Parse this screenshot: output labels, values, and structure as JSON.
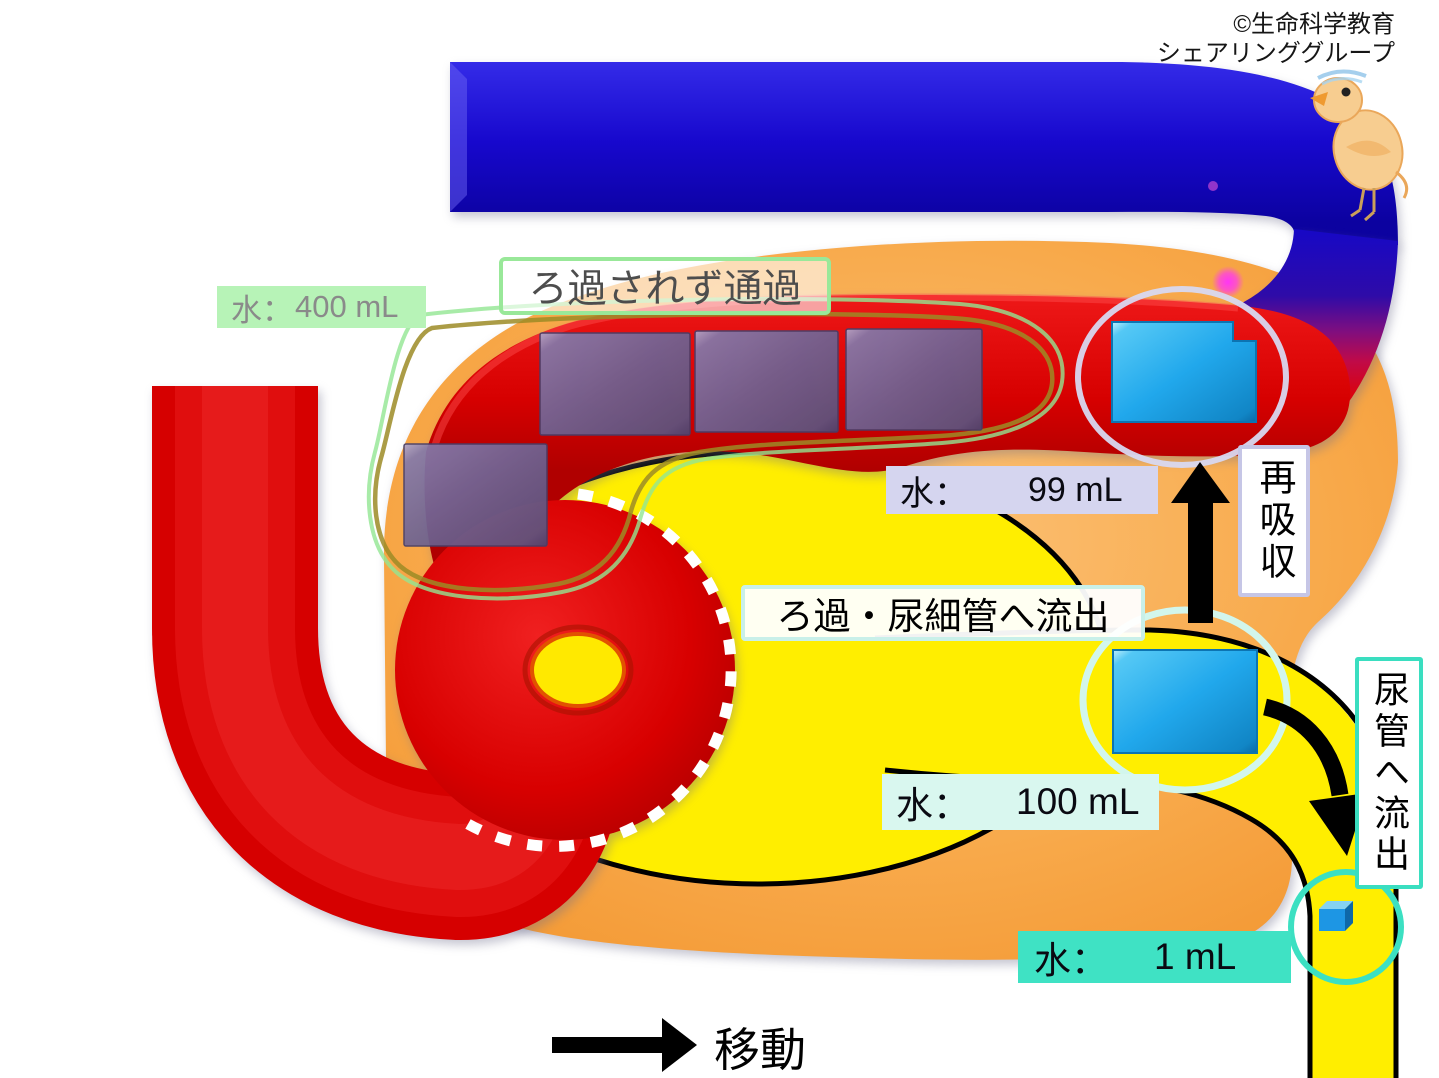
{
  "credit": {
    "line1": "©生命科学教育",
    "line2": "シェアリンググループ"
  },
  "labels": {
    "water_400": {
      "label": "水：",
      "value": "400 mL"
    },
    "not_filtered": {
      "text": "ろ過されず通過"
    },
    "water_99": {
      "label": "水：",
      "value": "99 mL"
    },
    "filtration": {
      "text": "ろ過・尿細管へ流出"
    },
    "water_100": {
      "label": "水：",
      "value": "100 mL"
    },
    "reabsorption": {
      "text": "再吸収"
    },
    "ureter_outflow": {
      "text": "尿管へ流出"
    },
    "water_1": {
      "label": "水：",
      "value": "1 mL"
    },
    "move": {
      "text": "移動"
    }
  },
  "diagram": {
    "solute_square_count": 4,
    "water_square_count": 3,
    "colors": {
      "artery_red": "#d60000",
      "vein_blue": "#1708cd",
      "kidney_orange": "#f8a94a",
      "tubule_yellow": "#ffee00",
      "water_blue": "#21a8ec",
      "solute_purple": "#6e6494",
      "label_green_bg": "#b7f3b7",
      "label_lavender_bg": "#d5d5ef",
      "label_mint_bg": "#d9f7ef",
      "label_teal_bg": "#3fe2c4",
      "capsule_dash_white": "#ffffff",
      "arrow_black": "#000000"
    }
  }
}
